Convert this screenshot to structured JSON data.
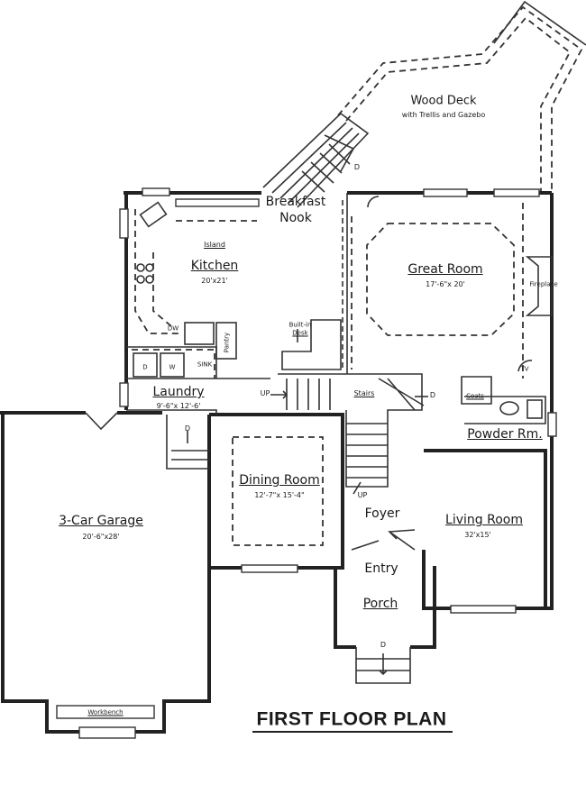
{
  "plan_title": "FIRST FLOOR PLAN",
  "rooms": {
    "wood_deck": {
      "name": "Wood Deck",
      "note": "with Trellis and Gazebo"
    },
    "breakfast_nook": {
      "line1": "Breakfast",
      "line2": "Nook"
    },
    "kitchen": {
      "name": "Kitchen",
      "dims": "20'x21'",
      "island": "Island"
    },
    "great_room": {
      "name": "Great Room",
      "dims": "17'-6\"x 20'"
    },
    "laundry": {
      "name": "Laundry",
      "dims": "9'-6\"x 12'-6'"
    },
    "garage": {
      "name": "3-Car Garage",
      "dims": "20'-6\"x28'"
    },
    "dining": {
      "name": "Dining Room",
      "dims": "12'-7\"x 15'-4\""
    },
    "living": {
      "name": "Living Room",
      "dims": "32'x15'"
    },
    "foyer": {
      "name": "Foyer"
    },
    "entry": {
      "name": "Entry"
    },
    "porch": {
      "name": "Porch"
    },
    "powder": {
      "name": "Powder Rm."
    }
  },
  "fixtures": {
    "pantry": "Pantry",
    "dw": "DW",
    "builtin": "Built-in",
    "desk": "Desk",
    "fireplace": "Fireplace",
    "tv": "TV",
    "coats": "Coats",
    "stairs": "Stairs",
    "workbench": "Workbench",
    "washer": "W",
    "dryer": "D",
    "sink": "SINK"
  },
  "stair_marks": {
    "up_main": "UP",
    "up_foyer": "UP",
    "down_deck": "D",
    "down_laundry": "D",
    "down_porch": "D",
    "down_stairs": "D"
  }
}
